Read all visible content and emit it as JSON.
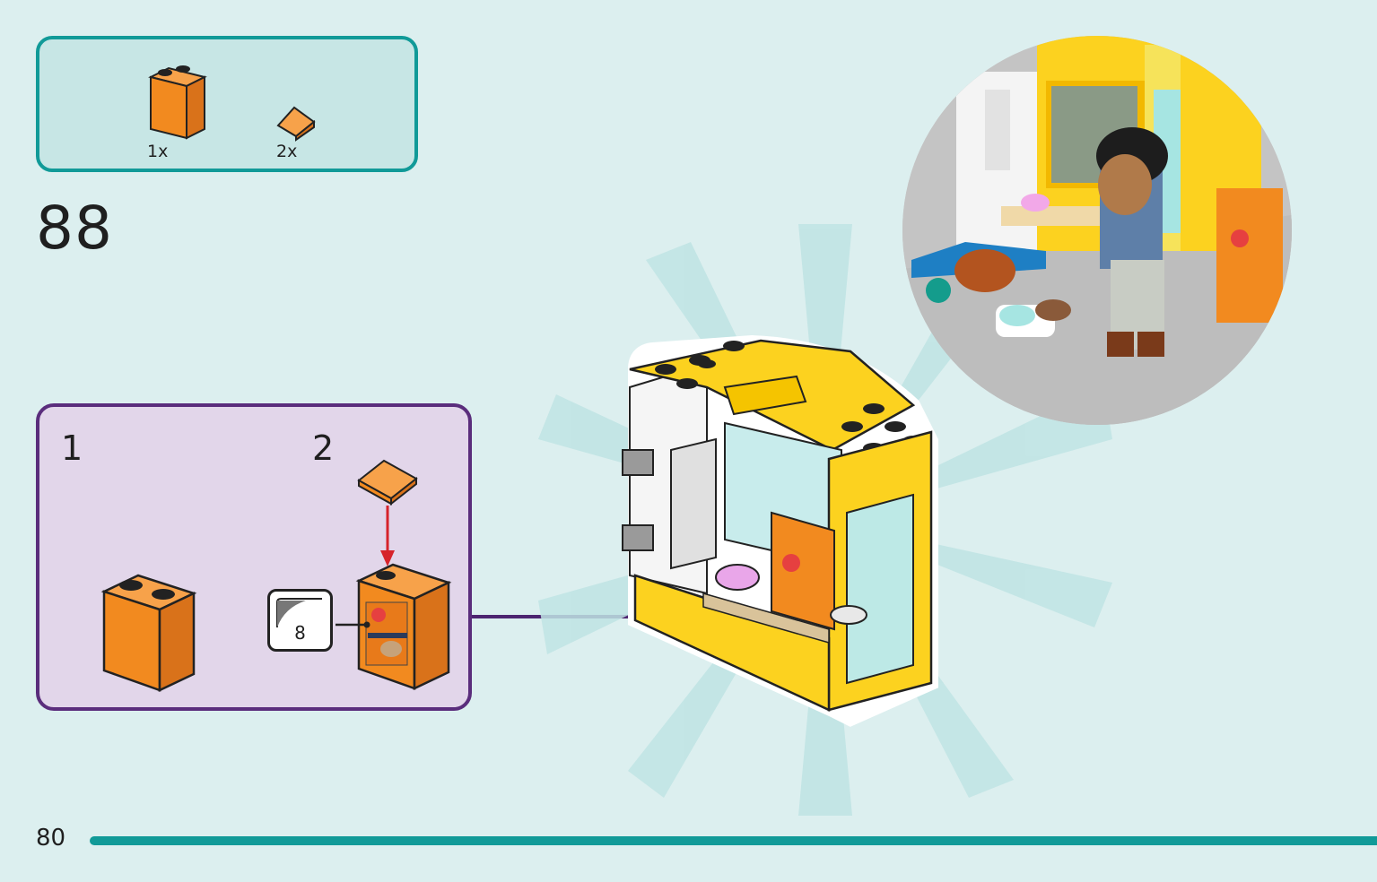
{
  "parts": {
    "items": [
      {
        "name": "orange-brick-1x2x2",
        "quantity": "1x",
        "color": "#f28a1f"
      },
      {
        "name": "orange-slope-tile",
        "quantity": "2x",
        "color": "#f28a1f"
      }
    ]
  },
  "step": {
    "number": "88"
  },
  "substeps": {
    "first": "1",
    "second": "2"
  },
  "sticker": {
    "number": "8"
  },
  "page": {
    "number": "80"
  },
  "colors": {
    "background": "#dcefef",
    "parts_border": "#119a98",
    "substep_border": "#5a2d7c",
    "substep_fill": "#e2d6ea",
    "brick_orange": "#f28a1f",
    "brick_yellow": "#fcd21f",
    "arrow_red": "#d6232b",
    "arrow_purple": "#4d2470"
  }
}
